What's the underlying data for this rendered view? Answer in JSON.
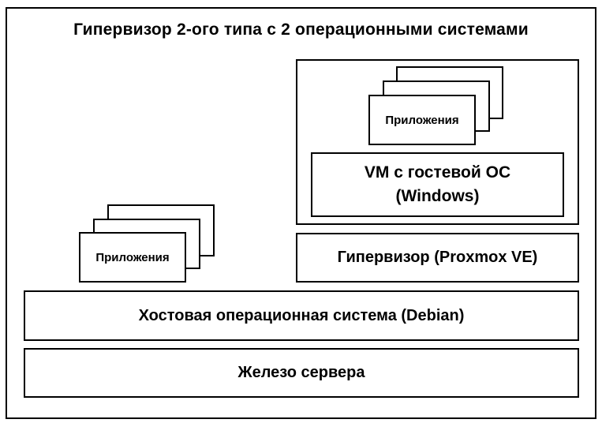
{
  "diagram": {
    "title": "Гипервизор 2-ого типа с 2 операционными системами",
    "left_apps": {
      "label": "Приложения"
    },
    "right_apps": {
      "label": "Приложения"
    },
    "vm": {
      "line1": "VM с гостевой ОС",
      "line2": "(Windows)"
    },
    "hypervisor": {
      "label": "Гипервизор (Proxmox VE)"
    },
    "host_os": {
      "label": "Хостовая операционная система (Debian)"
    },
    "hardware": {
      "label": "Железо сервера"
    }
  }
}
